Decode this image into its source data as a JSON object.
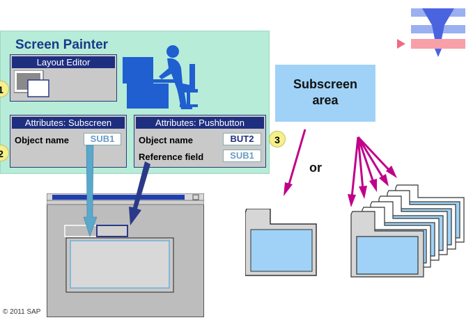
{
  "screen_painter": {
    "title": "Screen Painter",
    "layout_editor": {
      "title": "Layout Editor"
    },
    "attributes_subscreen": {
      "title": "Attributes: Subscreen",
      "object_name_label": "Object name",
      "object_name_value": "SUB1"
    },
    "attributes_pushbutton": {
      "title": "Attributes: Pushbutton",
      "object_name_label": "Object name",
      "object_name_value": "BUT2",
      "reference_field_label": "Reference field",
      "reference_field_value": "SUB1"
    }
  },
  "steps": [
    "1",
    "2",
    "3"
  ],
  "subscreen_area": {
    "line1": "Subscreen",
    "line2": "area"
  },
  "or_label": "or",
  "copyright": "© 2011 SAP",
  "colors": {
    "painter_bg": "#b6ecd8",
    "panel_header": "#1f2f80",
    "subscreen_blue": "#9fd2f6",
    "arrow_magenta": "#c0008a",
    "arrow_light_blue": "#5aa8cc",
    "arrow_dark_blue": "#2a3a88",
    "step_badge": "#f5f08a"
  }
}
